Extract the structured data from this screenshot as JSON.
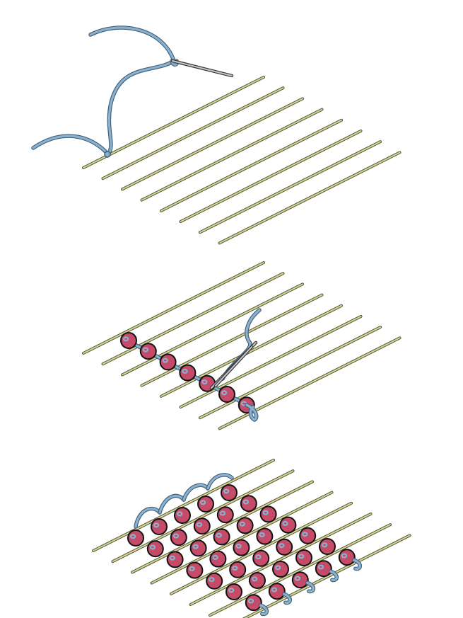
{
  "colors": {
    "background": "#ffffff",
    "warp": "#d3d59a",
    "warp_outline": "#545531",
    "thread": "#8cb1cf",
    "thread_outline": "#3f5f78",
    "needle": "#c8c8c8",
    "needle_outline": "#3a3a3a",
    "bead": "#c54b68",
    "bead_outline": "#111111",
    "bead_hole": "#8cb1cf"
  },
  "panels": [
    {
      "step": 1,
      "warp_threads": 8,
      "bead_columns": 0
    },
    {
      "step": 2,
      "warp_threads": 8,
      "bead_columns": 1,
      "beads_in_column": 7
    },
    {
      "step": 3,
      "warp_threads": 8,
      "bead_columns": 5,
      "beads_in_column": 7
    }
  ],
  "icons": [
    "needle-icon",
    "thread-icon",
    "bead-icon",
    "warp-thread-icon"
  ]
}
